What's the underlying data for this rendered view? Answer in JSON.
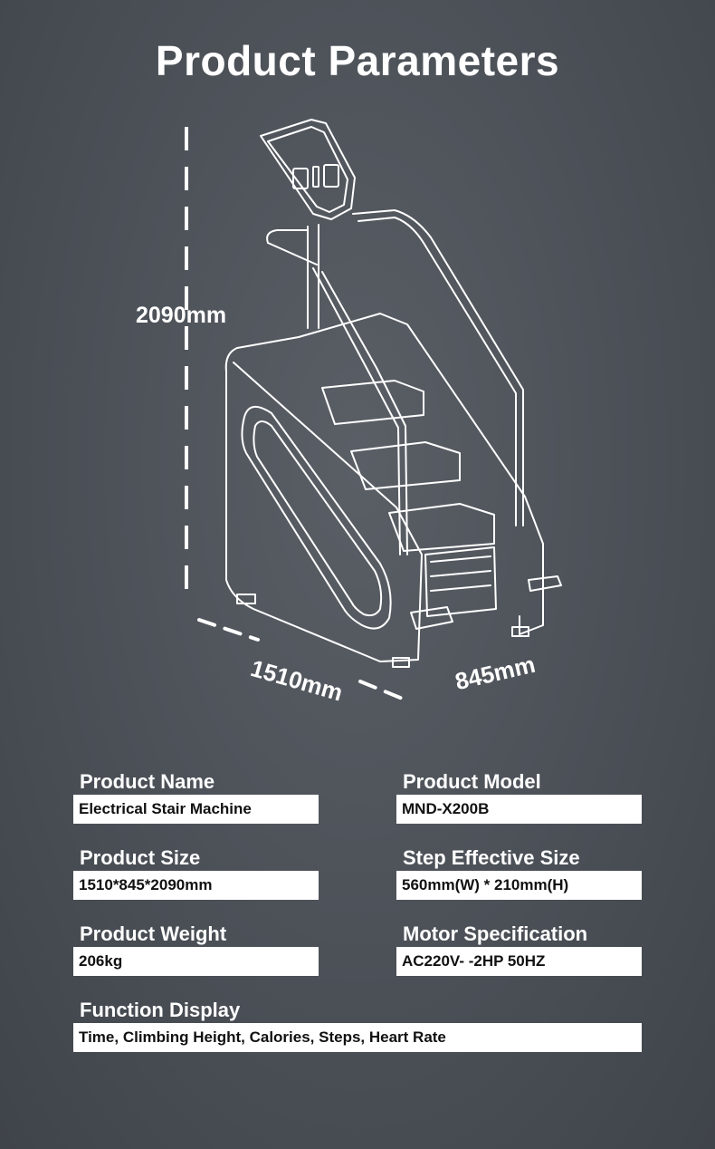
{
  "header": {
    "title": "Product Parameters"
  },
  "dimensions": {
    "height": "2090mm",
    "length": "1510mm",
    "width": "845mm"
  },
  "params": {
    "product_name": {
      "label": "Product Name",
      "value": "Electrical Stair Machine"
    },
    "product_model": {
      "label": "Product Model",
      "value": "MND-X200B"
    },
    "product_size": {
      "label": "Product Size",
      "value": "1510*845*2090mm"
    },
    "step_size": {
      "label": "Step Effective Size",
      "value": "560mm(W) * 210mm(H)"
    },
    "product_weight": {
      "label": "Product Weight",
      "value": "206kg"
    },
    "motor_spec": {
      "label": "Motor Specification",
      "value": " AC220V- -2HP 50HZ"
    },
    "function_display": {
      "label": "Function Display",
      "value": "Time, Climbing Height, Calories, Steps, Heart Rate"
    }
  },
  "colors": {
    "background": "#4b5057",
    "text": "#ffffff",
    "box": "#ffffff",
    "box_text": "#111111"
  }
}
